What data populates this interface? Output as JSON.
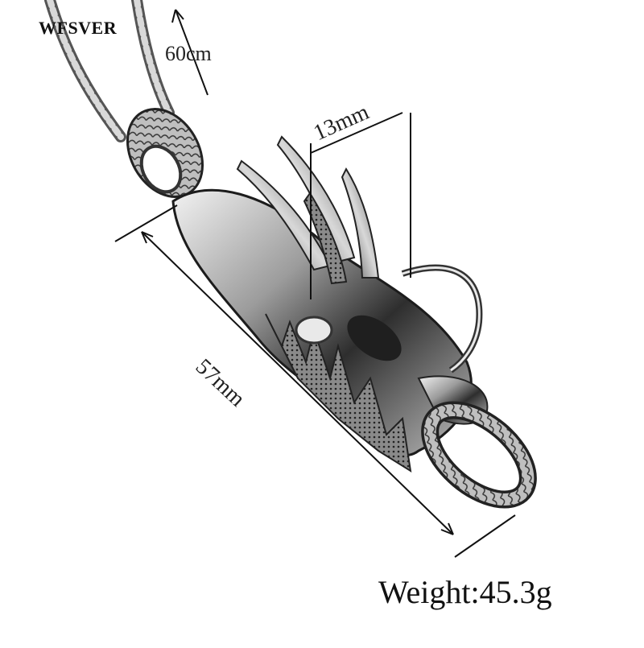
{
  "brand": "WFSVER",
  "dimensions": {
    "chain_length": "60cm",
    "head_width": "13mm",
    "pendant_length": "57mm"
  },
  "weight_text": "Weight:45.3g",
  "colors": {
    "metal_light": "#e6e6e6",
    "metal_mid": "#9a9a9a",
    "metal_dark": "#2a2a2a",
    "background": "#ffffff"
  }
}
